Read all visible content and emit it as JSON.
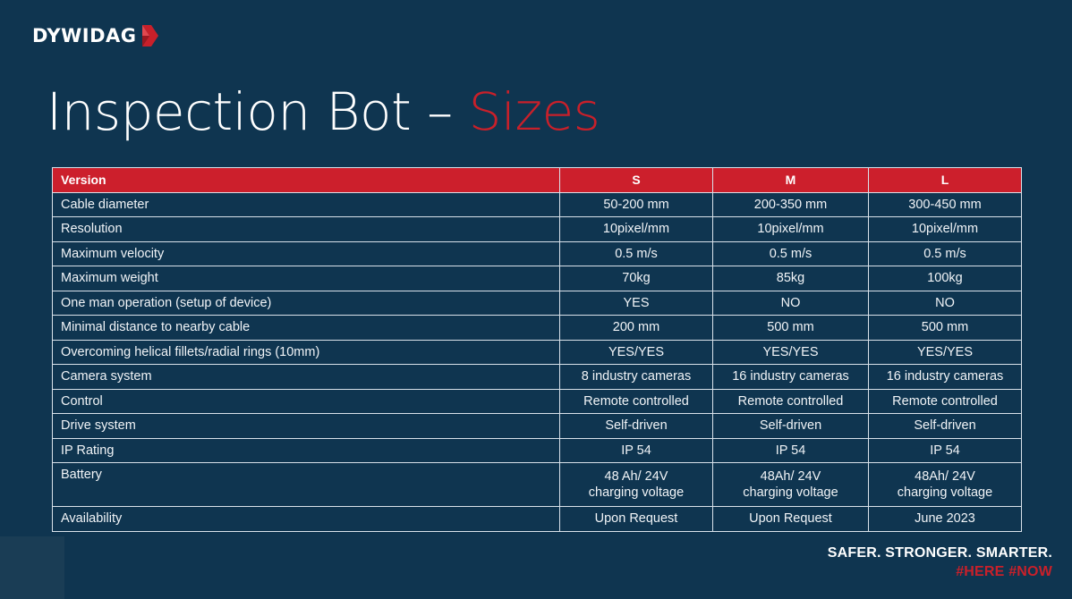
{
  "brand": {
    "logo_text": "DYWIDAG"
  },
  "title": {
    "main": "Inspection Bot – ",
    "accent": "Sizes"
  },
  "table": {
    "headers": [
      "Version",
      "S",
      "M",
      "L"
    ],
    "rows": [
      {
        "label": "Cable diameter",
        "values": [
          "50-200 mm",
          "200-350 mm",
          "300-450 mm"
        ]
      },
      {
        "label": "Resolution",
        "values": [
          "10pixel/mm",
          "10pixel/mm",
          "10pixel/mm"
        ]
      },
      {
        "label": "Maximum velocity",
        "values": [
          "0.5 m/s",
          "0.5 m/s",
          "0.5 m/s"
        ]
      },
      {
        "label": "Maximum weight",
        "values": [
          "70kg",
          "85kg",
          "100kg"
        ]
      },
      {
        "label": "One man operation (setup of device)",
        "values": [
          "YES",
          "NO",
          "NO"
        ]
      },
      {
        "label": "Minimal distance to nearby cable",
        "values": [
          "200 mm",
          "500 mm",
          "500 mm"
        ]
      },
      {
        "label": "Overcoming helical fillets/radial rings (10mm)",
        "values": [
          "YES/YES",
          "YES/YES",
          "YES/YES"
        ]
      },
      {
        "label": "Camera system",
        "values": [
          "8 industry cameras",
          "16 industry cameras",
          "16 industry cameras"
        ]
      },
      {
        "label": "Control",
        "values": [
          "Remote controlled",
          "Remote controlled",
          "Remote controlled"
        ]
      },
      {
        "label": "Drive system",
        "values": [
          "Self-driven",
          "Self-driven",
          "Self-driven"
        ]
      },
      {
        "label": "IP Rating",
        "values": [
          "IP 54",
          "IP 54",
          "IP 54"
        ]
      },
      {
        "label": "Battery",
        "values": [
          [
            "48 Ah/ 24V",
            "charging voltage"
          ],
          [
            "48Ah/ 24V",
            "charging voltage"
          ],
          [
            "48Ah/ 24V",
            "charging voltage"
          ]
        ]
      },
      {
        "label": "Availability",
        "values": [
          "Upon Request",
          "Upon Request",
          "June 2023"
        ]
      }
    ]
  },
  "slogan": {
    "main": "SAFER. STRONGER. SMARTER.",
    "tag": "#HERE #NOW"
  },
  "colors": {
    "background": "#0f3550",
    "accent": "#c8202a",
    "header_bg": "#cc1f2c",
    "grid": "#d9e2ea"
  }
}
